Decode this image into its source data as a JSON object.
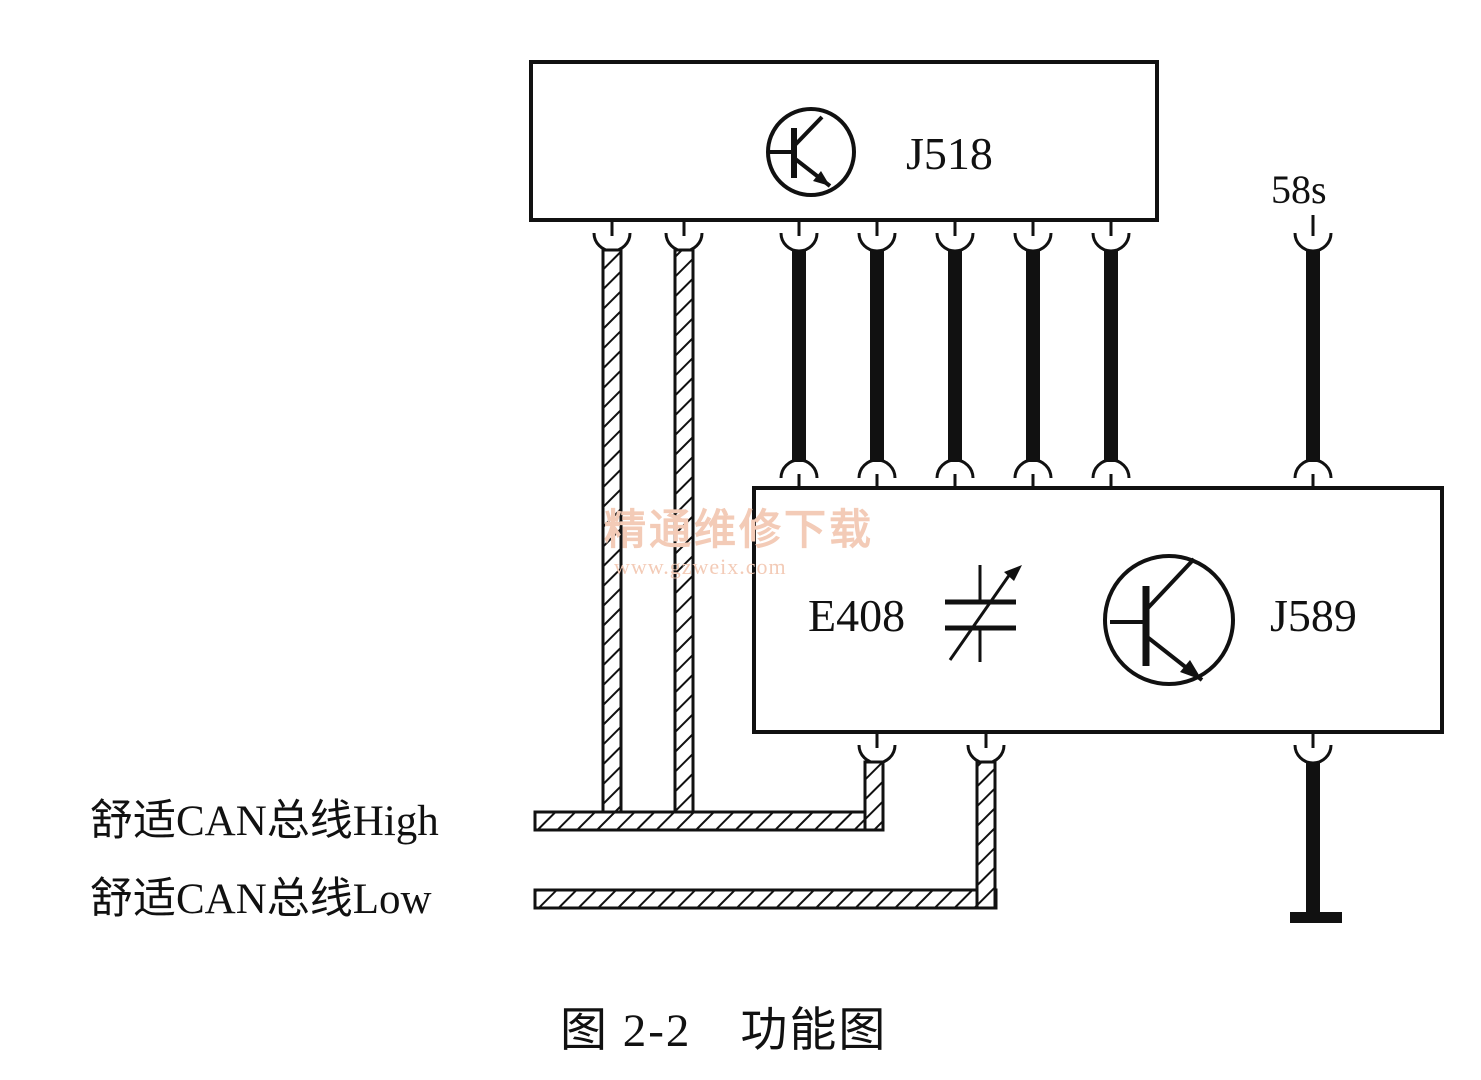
{
  "modules": {
    "top": "J518",
    "bottom_right": "J589",
    "sensor": "E408"
  },
  "terminal": "58s",
  "bus": {
    "high": "舒适CAN总线High",
    "low": "舒适CAN总线Low"
  },
  "caption": "图 2-2　功能图",
  "watermark": {
    "text": "精通维修下载",
    "url": "www.gzweix.com"
  },
  "colors": {
    "line": "#111111",
    "watermark": "#f3cbb7",
    "background": "#ffffff"
  }
}
